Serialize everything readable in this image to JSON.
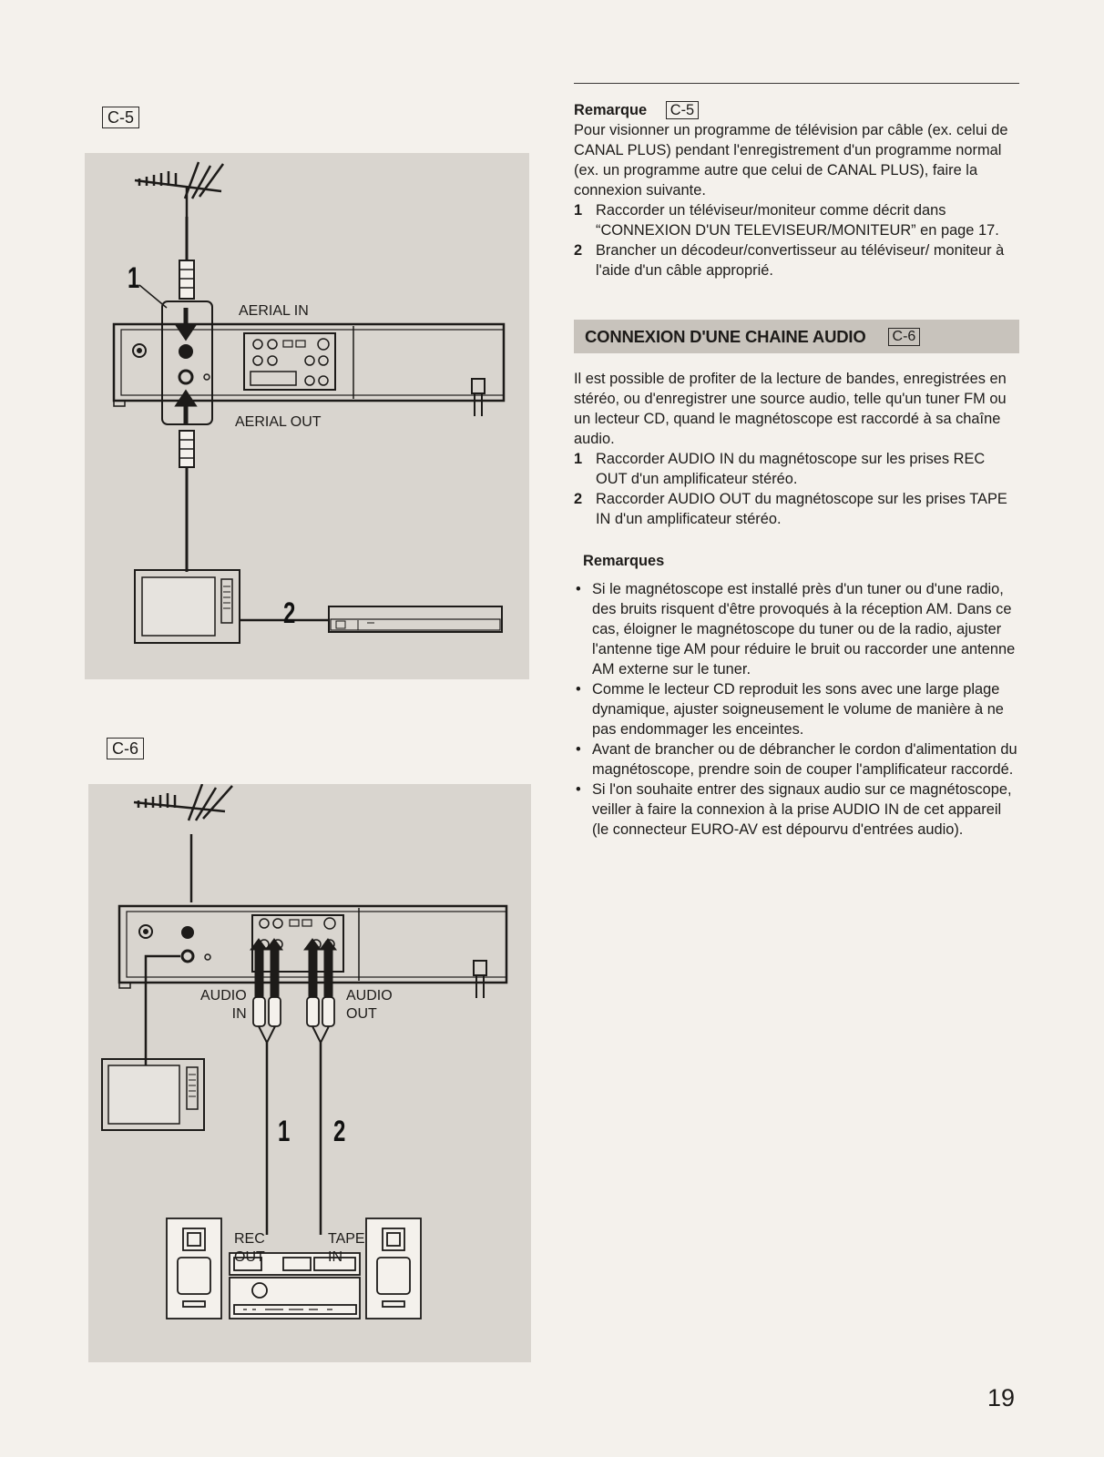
{
  "figures": {
    "c5": {
      "tag": "C-5",
      "aerial_in": "AERIAL IN",
      "aerial_out": "AERIAL OUT",
      "step1": "1",
      "step2": "2"
    },
    "c6": {
      "tag": "C-6",
      "audio_in": [
        "AUDIO",
        "IN"
      ],
      "audio_out": [
        "AUDIO",
        "OUT"
      ],
      "rec_out": [
        "REC",
        "OUT"
      ],
      "tape_in": [
        "TAPE",
        "IN"
      ],
      "step1": "1",
      "step2": "2"
    }
  },
  "remarque": {
    "title": "Remarque",
    "tag": "C-5",
    "intro": "Pour visionner un programme de télévision par câble (ex. celui de CANAL PLUS) pendant l'enregistrement d'un programme normal (ex. un programme autre que celui de CANAL PLUS), faire la connexion suivante.",
    "steps": [
      {
        "n": "1",
        "text": "Raccorder un téléviseur/moniteur comme décrit dans “CONNEXION D'UN TELEVISEUR/MONITEUR” en page 17."
      },
      {
        "n": "2",
        "text": "Brancher un décodeur/convertisseur au téléviseur/ moniteur à l'aide d'un câble approprié."
      }
    ]
  },
  "section": {
    "heading": "CONNEXION D'UNE CHAINE AUDIO",
    "tag": "C-6",
    "intro": "Il est possible de profiter de la lecture de bandes, enregistrées en stéréo, ou d'enregistrer une source audio, telle qu'un tuner FM ou un lecteur CD, quand le magnétoscope est raccordé à sa chaîne audio.",
    "steps": [
      {
        "n": "1",
        "text": "Raccorder AUDIO IN du magnétoscope sur les prises REC OUT d'un amplificateur stéréo."
      },
      {
        "n": "2",
        "text": "Raccorder AUDIO OUT du magnétoscope sur les prises TAPE IN d'un amplificateur stéréo."
      }
    ],
    "remarques_title": "Remarques",
    "remarques": [
      "Si le magnétoscope est installé près d'un tuner ou d'une radio, des bruits risquent d'être provoqués à la réception AM. Dans ce cas, éloigner le magnétoscope du tuner ou de la radio, ajuster l'antenne tige AM pour réduire le bruit ou raccorder une antenne AM externe sur le tuner.",
      "Comme le lecteur CD reproduit les sons avec une large plage dynamique, ajuster soigneusement le volume de manière à ne pas endommager les enceintes.",
      "Avant de brancher ou de débrancher le cordon d'alimentation du magnétoscope, prendre soin de couper l'amplificateur raccordé.",
      "Si l'on souhaite entrer des signaux audio sur ce magnétoscope, veiller à faire la connexion à la prise AUDIO IN de cet appareil (le connecteur EURO-AV est dépourvu d'entrées audio)."
    ]
  },
  "page_number": "19"
}
